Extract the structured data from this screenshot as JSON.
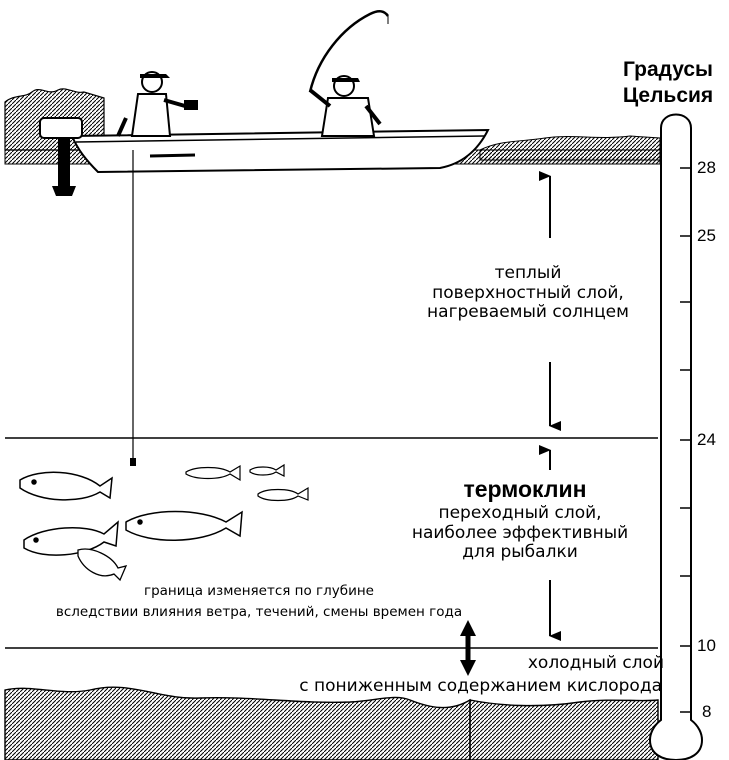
{
  "scale_title_line1": "Градусы",
  "scale_title_line2": "Цельсия",
  "scale_ticks": [
    "28",
    "25",
    "24",
    "10",
    "8"
  ],
  "warm_layer": {
    "line1": "теплый",
    "line2": "поверхностный слой,",
    "line3": "нагреваемый солнцем"
  },
  "thermocline": {
    "heading": "термоклин",
    "line1": "переходный слой,",
    "line2": "наиболее эффективный",
    "line3": "для рыбалки"
  },
  "boundary_note": {
    "line1": "граница изменяется по глубине",
    "line2": "вследствии влияния ветра, течений, смены времен года"
  },
  "cold_layer": {
    "line1": "холодный слой",
    "line2": "с пониженным содержанием кислорода"
  },
  "colors": {
    "ink": "#000000",
    "paper": "#ffffff",
    "hatch": "#555555"
  }
}
